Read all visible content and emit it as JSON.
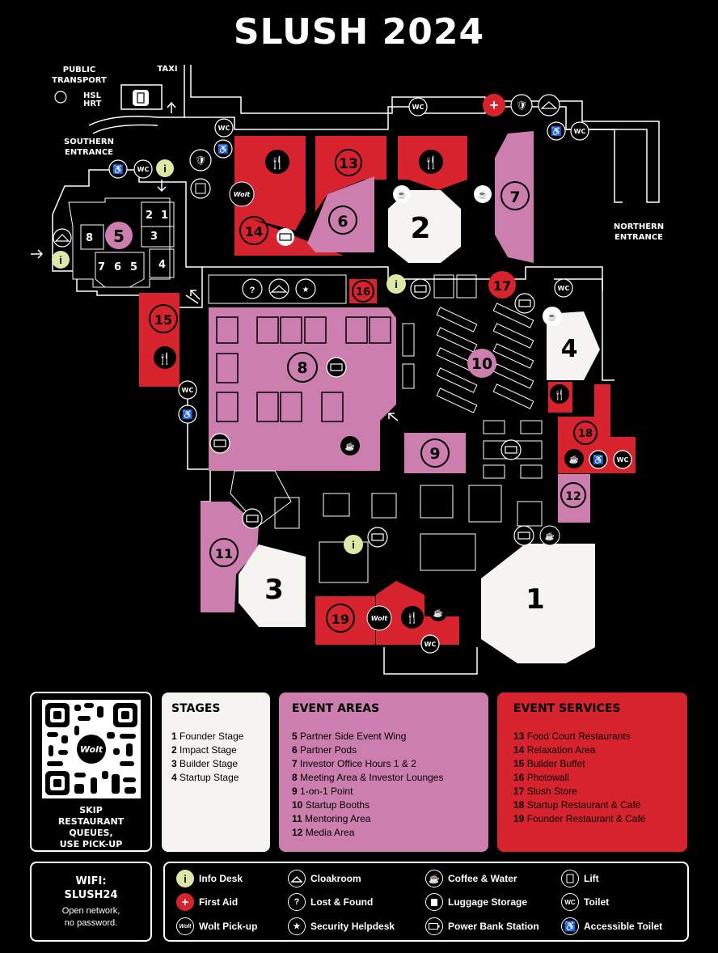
{
  "title": "SLUSH 2024",
  "map_labels": {
    "public_transport": "PUBLIC\nTRANSPORT",
    "hsl": "HSL",
    "hrt": "HRT",
    "taxi": "TAXI",
    "southern_entrance": "SOUTHERN\nENTRANCE",
    "northern_entrance": "NORTHERN\nENTRANCE",
    "wc": "WC",
    "wolt": "Wolt"
  },
  "rooms": {
    "r1": "1",
    "r2": "2",
    "r3": "3",
    "r4": "4",
    "r5": "5",
    "r6": "6",
    "r7": "7",
    "r8": "8",
    "r9": "9",
    "r10": "10",
    "r11": "11",
    "r12": "12",
    "r13": "13",
    "r14": "14",
    "r15": "15",
    "r16": "16",
    "r17": "17",
    "r18": "18",
    "r19": "19",
    "wing": [
      "2",
      "1",
      "3",
      "8",
      "4",
      "7",
      "6",
      "5"
    ]
  },
  "qr": {
    "wolt_label": "Wolt",
    "caption": "SKIP\nRESTAURANT\nQUEUES,\nUSE PICK-UP"
  },
  "stages": {
    "heading": "STAGES",
    "items": [
      {
        "n": "1",
        "label": "Founder Stage"
      },
      {
        "n": "2",
        "label": "Impact Stage"
      },
      {
        "n": "3",
        "label": "Builder Stage"
      },
      {
        "n": "4",
        "label": "Startup Stage"
      }
    ]
  },
  "event_areas": {
    "heading": "EVENT AREAS",
    "items": [
      {
        "n": "5",
        "label": "Partner Side Event Wing"
      },
      {
        "n": "6",
        "label": "Partner Pods"
      },
      {
        "n": "7",
        "label": "Investor Office Hours 1 & 2"
      },
      {
        "n": "8",
        "label": "Meeting Area & Investor Lounges"
      },
      {
        "n": "9",
        "label": "1-on-1 Point"
      },
      {
        "n": "10",
        "label": "Startup Booths"
      },
      {
        "n": "11",
        "label": "Mentoring Area"
      },
      {
        "n": "12",
        "label": "Media Area"
      }
    ]
  },
  "event_services": {
    "heading": "EVENT SERVICES",
    "items": [
      {
        "n": "13",
        "label": "Food Court Restaurants"
      },
      {
        "n": "14",
        "label": "Relaxation Area"
      },
      {
        "n": "15",
        "label": "Builder Buffet"
      },
      {
        "n": "16",
        "label": "Photowall"
      },
      {
        "n": "17",
        "label": "Slush Store"
      },
      {
        "n": "18",
        "label": "Startup Restaurant & Café"
      },
      {
        "n": "19",
        "label": "Founder Restaurant & Café"
      }
    ]
  },
  "wifi": {
    "title": "WIFI:\nSLUSH24",
    "note": "Open network,\nno password."
  },
  "legend": {
    "info_desk": "Info Desk",
    "first_aid": "First Aid",
    "wolt_pickup": "Wolt Pick-up",
    "cloakroom": "Cloakroom",
    "lost_found": "Lost & Found",
    "security": "Security Helpdesk",
    "coffee": "Coffee & Water",
    "luggage": "Luggage Storage",
    "power": "Power Bank Station",
    "lift": "Lift",
    "toilet": "Toilet",
    "accessible": "Accessible Toilet",
    "wc_glyph": "WC",
    "wolt_glyph": "Wolt",
    "info_glyph": "i",
    "aid_glyph": "+",
    "lost_glyph": "?"
  },
  "colors": {
    "red": "#d7232d",
    "pink": "#cc7fae",
    "white": "#f5f4f0",
    "info_green": "#dde8a6",
    "background": "#000000"
  }
}
